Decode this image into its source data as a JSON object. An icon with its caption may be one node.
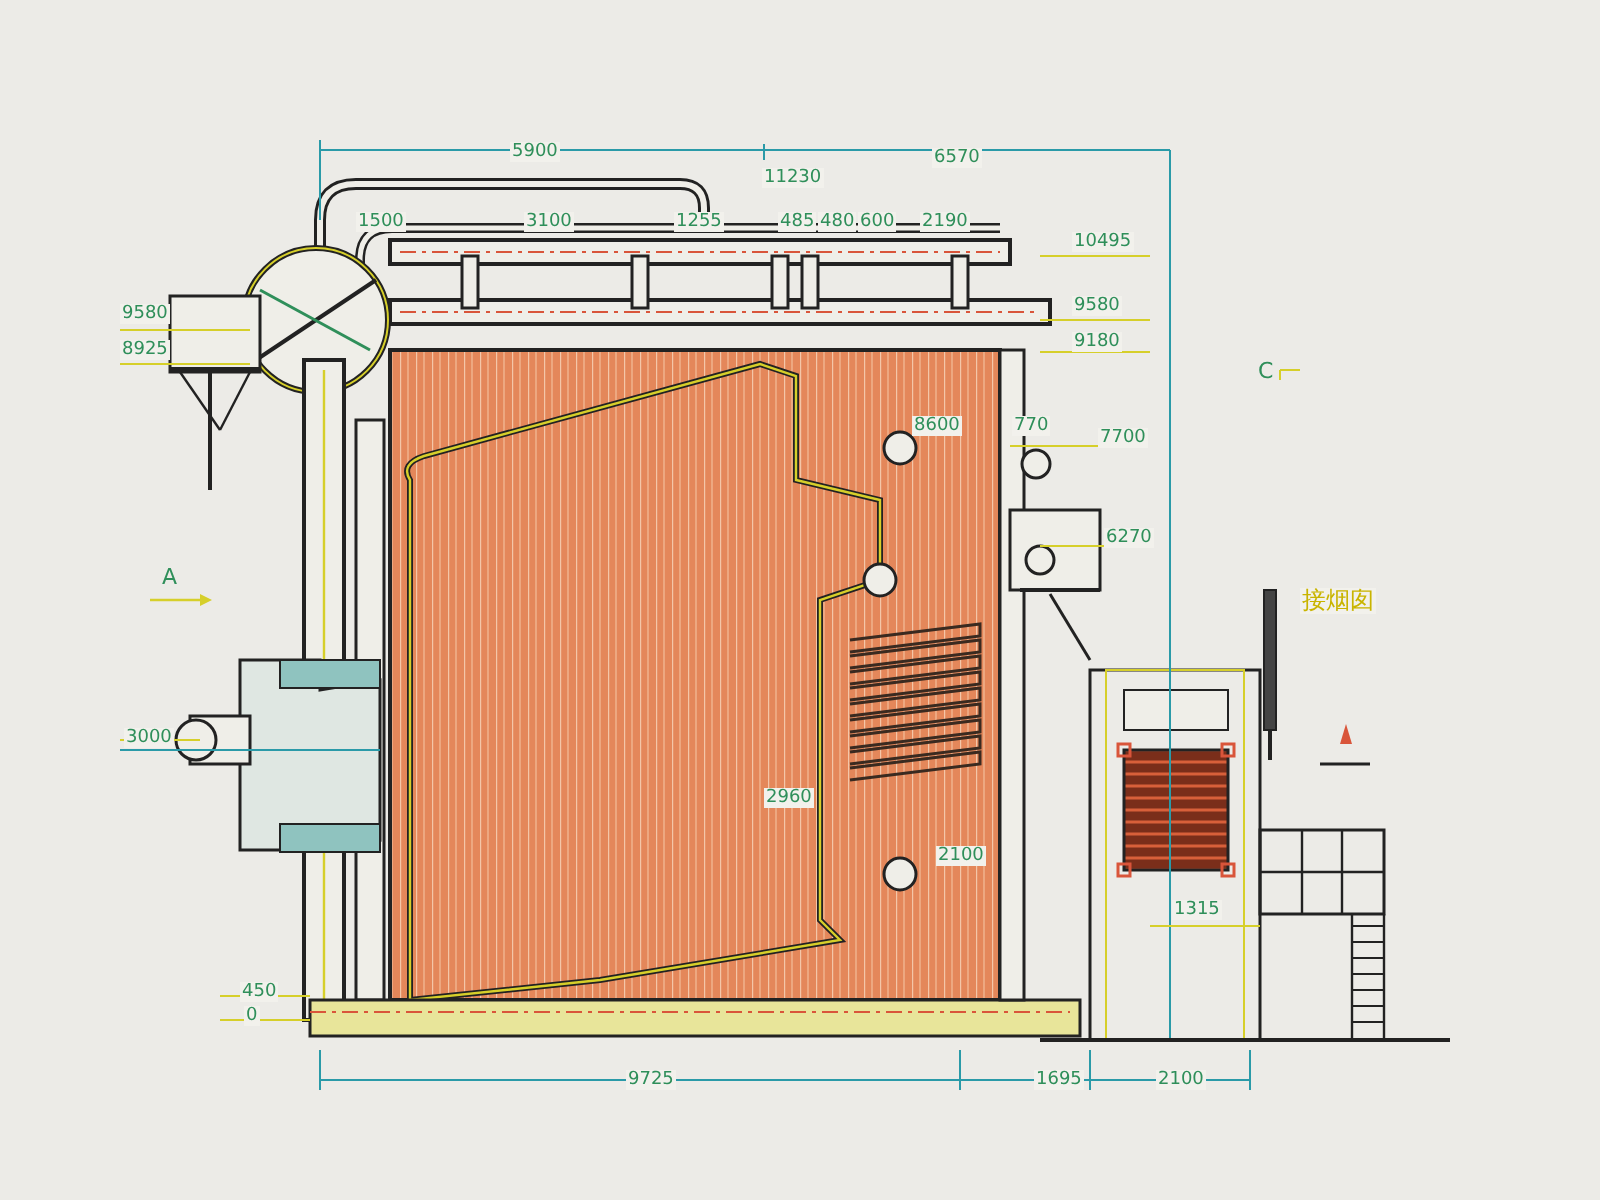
{
  "diagram": {
    "labels": [
      "5900",
      "6570",
      "11230",
      "1500",
      "3100",
      "1255",
      "485",
      "480",
      "600",
      "2190",
      "10495",
      "9580",
      "8925",
      "9580",
      "9180",
      "C",
      "8600",
      "770",
      "7700",
      "A",
      "6270",
      "接烟囱",
      "3000",
      "2960",
      "2100",
      "1315",
      "450",
      "0",
      "9725",
      "1695",
      "2100"
    ]
  }
}
